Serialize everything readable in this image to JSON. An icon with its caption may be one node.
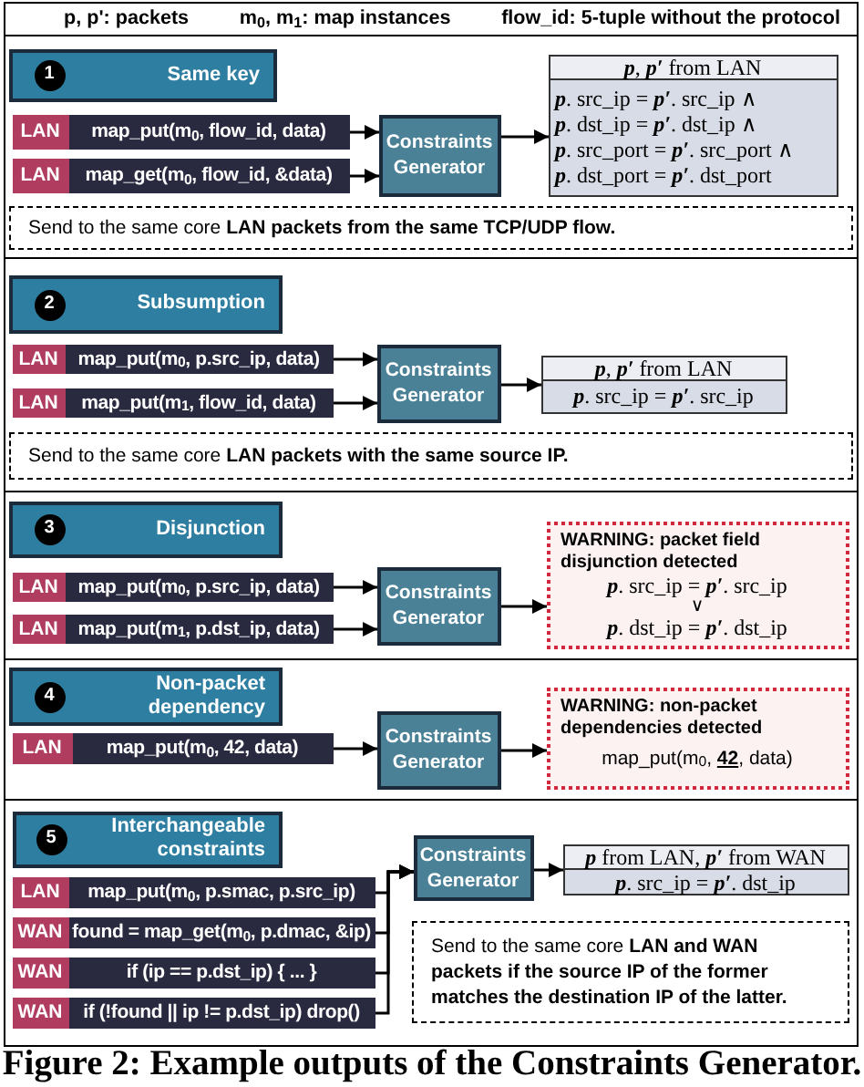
{
  "diagram": {
    "nodes": [
      {
        "text": [
          "p, p': packets",
          "m$_{0}$, m$_{1}$: map instances",
          "flow_id: 5-tuple without the protocol"
        ]
      },
      {
        "text": [],
        "shape": "box"
      },
      {
        "text": [
          "Same key"
        ],
        "in": 1
      },
      {
        "text": [
          "1"
        ],
        "in": 2
      },
      {
        "text": [
          "map_put(m$_{0}$, flow_id, data)"
        ],
        "in": 1
      },
      {
        "text": [
          "LAN"
        ],
        "in": 4
      },
      {
        "text": [
          "map_get(m$_{0}$, flow_id, &data)"
        ],
        "in": 1
      },
      {
        "text": [
          "LAN"
        ],
        "in": 6
      },
      {
        "text": [
          "Constraints Generator"
        ],
        "in": 1
      },
      {
        "text": [
          "**p**, **p′** from LAN",
          "**p**. src_ip = **p′**. src_ip ∧",
          "**p**. dst_ip = **p′**. dst_ip ∧",
          "**p**. src_port = **p′**. src_port ∧",
          "**p**. dst_port = **p′**. dst_port"
        ],
        "in": 1
      },
      {
        "text": [
          "Send to the same core **LAN packets from the same TCP/UDP flow.**"
        ],
        "in": 1
      },
      {
        "text": [],
        "shape": "box"
      },
      {
        "text": [
          "Subsumption"
        ],
        "in": 11
      },
      {
        "text": [
          "2"
        ],
        "in": 12
      },
      {
        "text": [
          "map_put(m$_{0}$, p.src_ip, data)"
        ],
        "in": 11
      },
      {
        "text": [
          "LAN"
        ],
        "in": 14
      },
      {
        "text": [
          "map_put(m$_{1}$, flow_id, data)"
        ],
        "in": 11
      },
      {
        "text": [
          "LAN"
        ],
        "in": 16
      },
      {
        "text": [
          "Constraints Generator"
        ],
        "in": 11
      },
      {
        "text": [
          "**p**, **p′** from LAN",
          "**p**. src_ip = **p′**. src_ip"
        ],
        "in": 11
      },
      {
        "text": [
          "Send to the same core **LAN packets with the same source IP.**"
        ],
        "in": 11
      },
      {
        "text": [],
        "shape": "box"
      },
      {
        "text": [
          "Disjunction"
        ],
        "in": 21
      },
      {
        "text": [
          "3"
        ],
        "in": 22
      },
      {
        "text": [
          "map_put(m$_{0}$, p.src_ip, data)"
        ],
        "in": 21
      },
      {
        "text": [
          "LAN"
        ],
        "in": 24
      },
      {
        "text": [
          "map_put(m$_{1}$, p.dst_ip, data)"
        ],
        "in": 21
      },
      {
        "text": [
          "LAN"
        ],
        "in": 26
      },
      {
        "text": [
          "Constraints Generator"
        ],
        "in": 21
      },
      {
        "text": [
          "WARNING: packet field disjunction detected",
          "**p**. src_ip = **p′**. src_ip",
          "∨",
          "**p**. dst_ip = **p′**. dst_ip"
        ],
        "in": 21
      },
      {
        "text": [],
        "shape": "box"
      },
      {
        "text": [
          "Non-packet dependency"
        ],
        "in": 30
      },
      {
        "text": [
          "4"
        ],
        "in": 31
      },
      {
        "text": [
          "map_put(m$_{0}$, 42, data)"
        ],
        "in": 30
      },
      {
        "text": [
          "LAN"
        ],
        "in": 33
      },
      {
        "text": [
          "Constraints Generator"
        ],
        "in": 30
      },
      {
        "text": [
          "WARNING: non-packet dependencies detected",
          "map_put(m$_{0}$, **42**, data)"
        ],
        "in": 30
      },
      {
        "text": [],
        "shape": "box"
      },
      {
        "text": [
          "Interchangeable constraints"
        ],
        "in": 37
      },
      {
        "text": [
          "5"
        ],
        "in": 38
      },
      {
        "text": [
          "map_put(m$_{0}$, p.smac, p.src_ip)"
        ],
        "in": 37
      },
      {
        "text": [
          "LAN"
        ],
        "in": 40
      },
      {
        "text": [
          "found = map_get(m$_{0}$, p.dmac, &ip)"
        ],
        "in": 37
      },
      {
        "text": [
          "WAN"
        ],
        "in": 42
      },
      {
        "text": [
          "if (ip == p.dst_ip) { ... }"
        ],
        "in": 37
      },
      {
        "text": [
          "WAN"
        ],
        "in": 44
      },
      {
        "text": [
          "if (!found || ip != p.dst_ip) drop()"
        ],
        "in": 37
      },
      {
        "text": [
          "WAN"
        ],
        "in": 46
      },
      {
        "text": [
          "Constraints Generator"
        ],
        "in": 37
      },
      {
        "text": [
          "**p** from LAN, **p′** from WAN",
          "**p**. src_ip = **p′**. dst_ip"
        ],
        "in": 37
      },
      {
        "text": [
          "Send to the same core **LAN and WAN packets if the source IP of the former matches the destination IP of the latter.**"
        ],
        "in": 37
      }
    ],
    "edges": [
      {
        "from": 4,
        "to": 8,
        "arrow": "to"
      },
      {
        "from": 6,
        "to": 8,
        "arrow": "to"
      },
      {
        "from": 8,
        "to": 9,
        "arrow": "to"
      },
      {
        "from": 14,
        "to": 18,
        "arrow": "to"
      },
      {
        "from": 16,
        "to": 18,
        "arrow": "to"
      },
      {
        "from": 18,
        "to": 19,
        "arrow": "to"
      },
      {
        "from": 24,
        "to": 28,
        "arrow": "to"
      },
      {
        "from": 26,
        "to": 28,
        "arrow": "to"
      },
      {
        "from": 28,
        "to": 29,
        "arrow": "to"
      },
      {
        "from": 33,
        "to": 35,
        "arrow": "to"
      },
      {
        "from": 35,
        "to": 36,
        "arrow": "to"
      },
      {
        "from": 40,
        "to": 48,
        "arrow": "to"
      },
      {
        "from": 42,
        "to": 48,
        "arrow": "to"
      },
      {
        "from": 44,
        "to": 48,
        "arrow": "to"
      },
      {
        "from": 46,
        "to": 48,
        "arrow": "to"
      },
      {
        "from": 48,
        "to": 49,
        "arrow": "to"
      }
    ],
    "caption": "Figure 2: Example outputs of the Constraints Generator."
  }
}
